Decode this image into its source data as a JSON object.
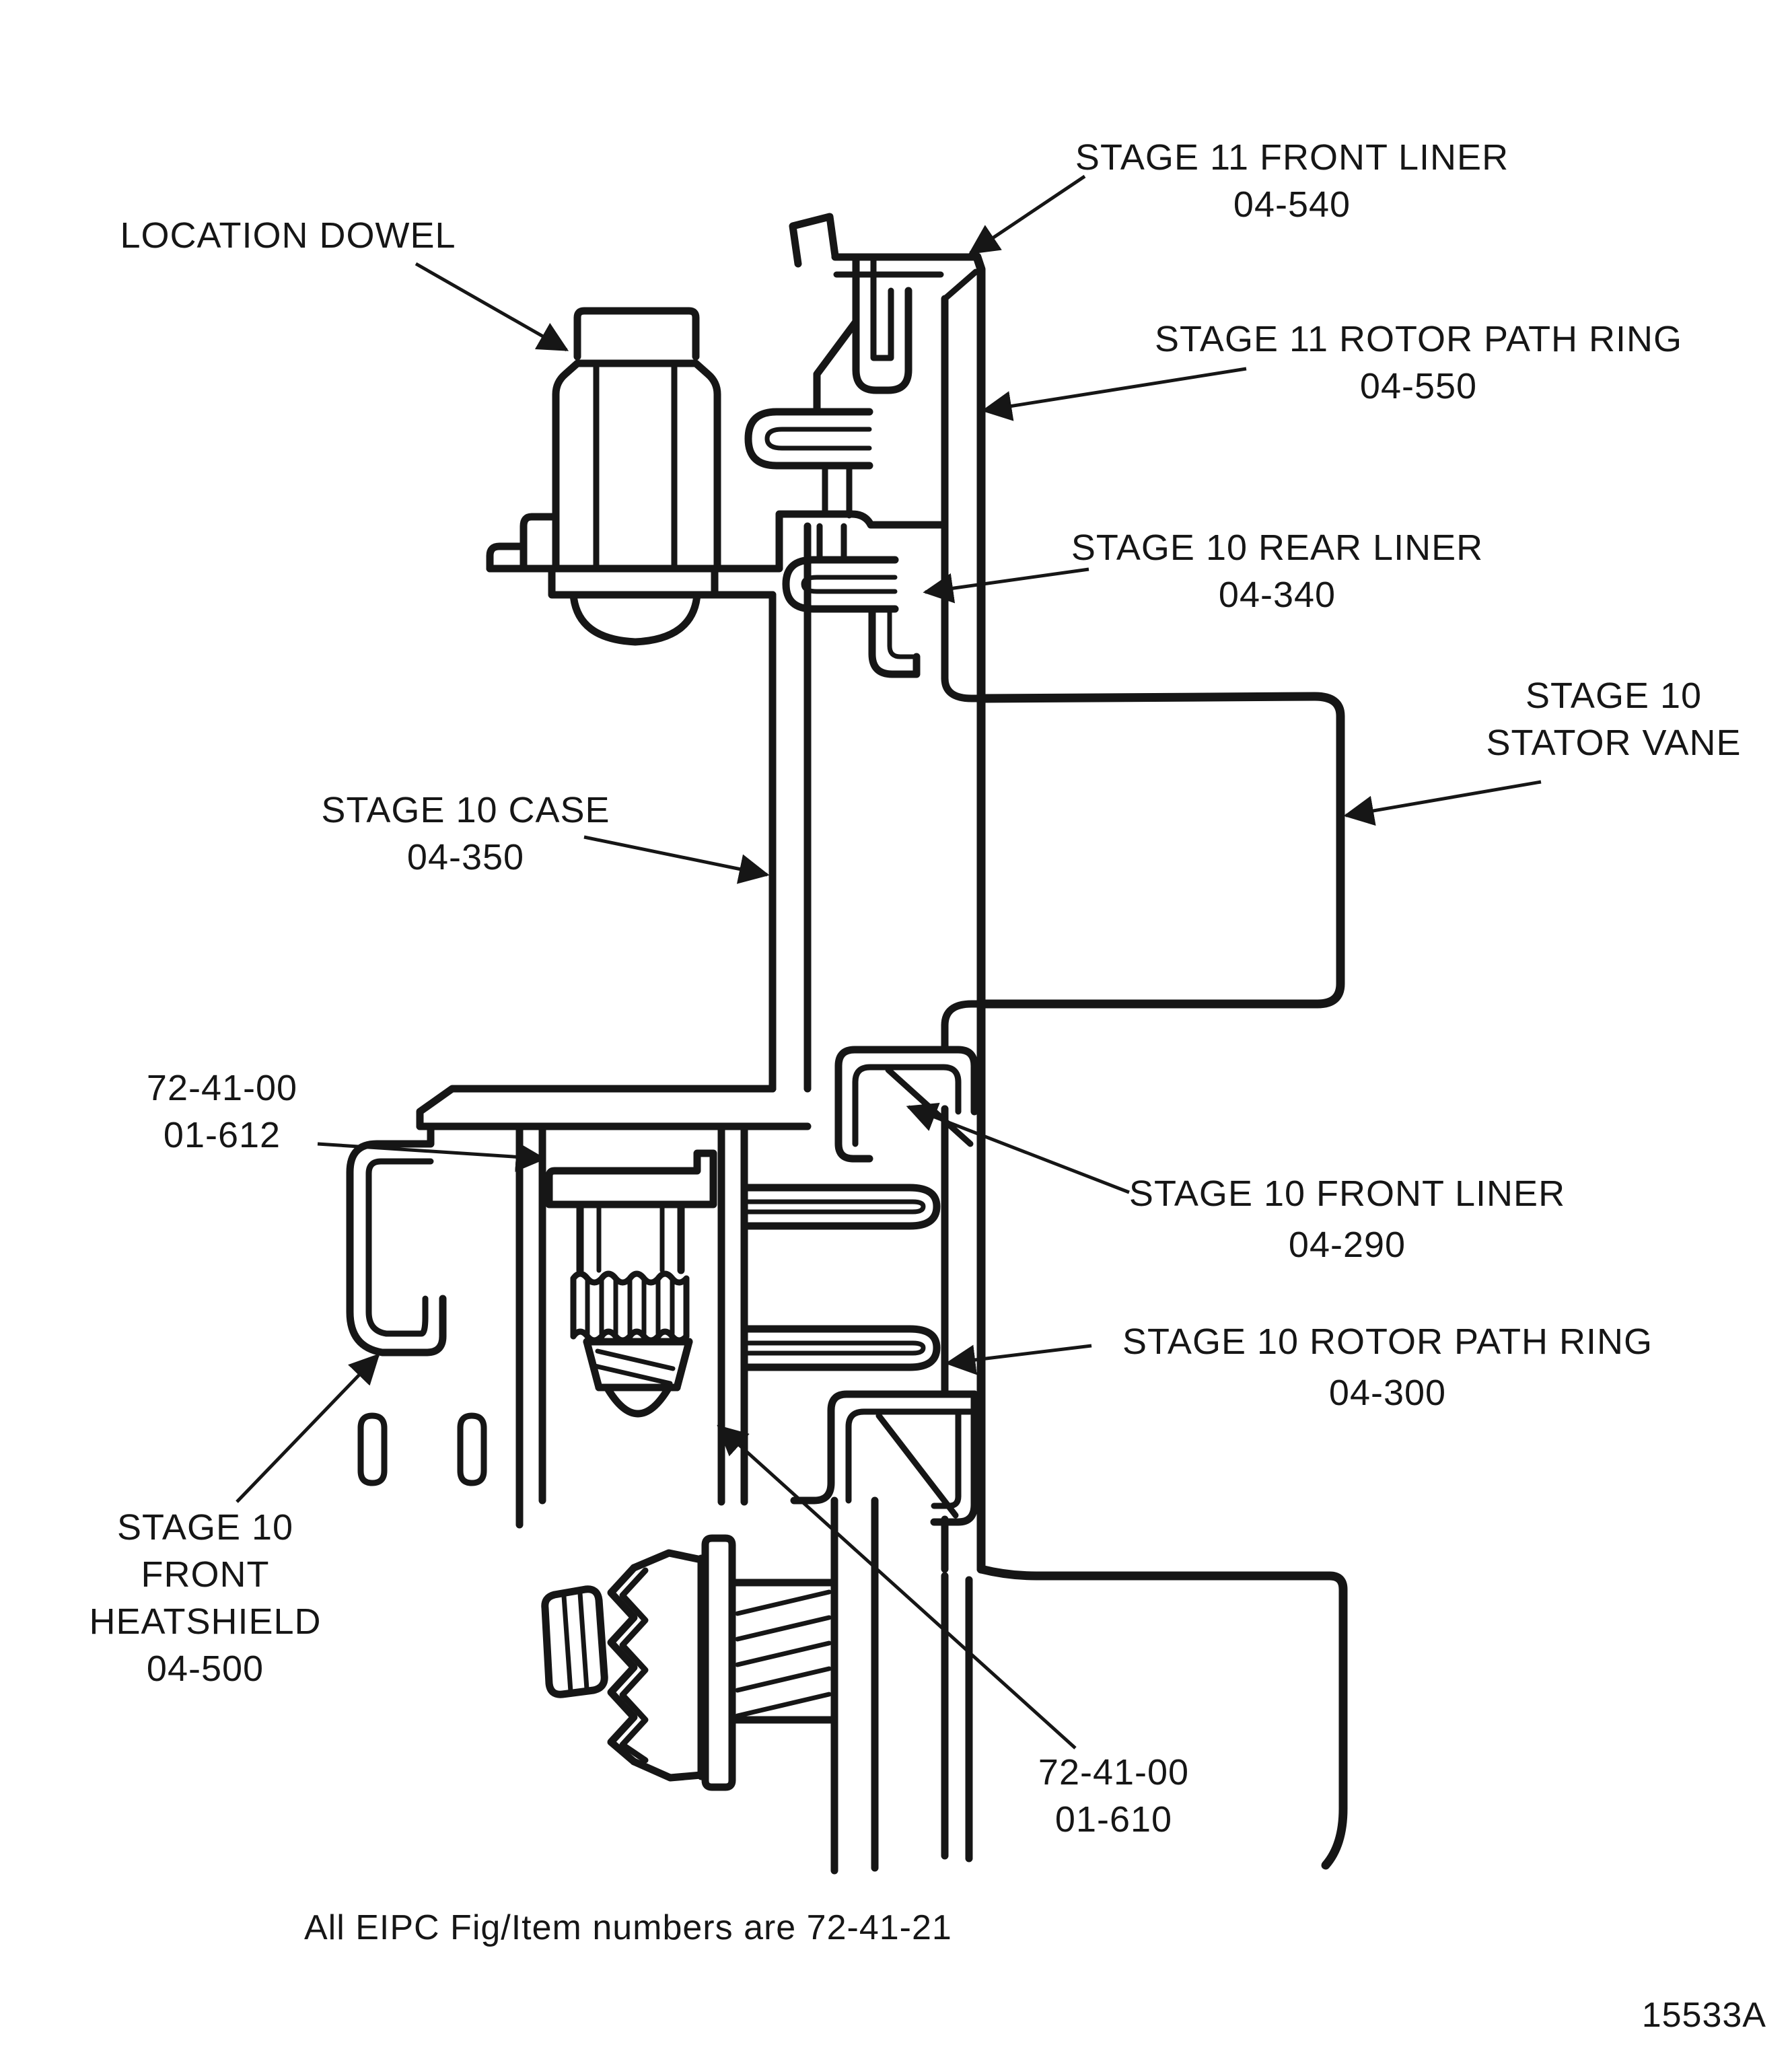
{
  "figure": {
    "type": "engine-manual-cross-section",
    "footnote": "All EIPC Fig/Item numbers are 72-41-21",
    "figure_number": "15533A"
  },
  "colors": {
    "ink": "#161616",
    "background": "#ffffff"
  },
  "labels": {
    "location_dowel": {
      "lines": [
        "LOCATION DOWEL"
      ]
    },
    "stage11_front_liner": {
      "lines": [
        "STAGE 11 FRONT LINER",
        "04-540"
      ]
    },
    "stage11_rotor_path_ring": {
      "lines": [
        "STAGE 11 ROTOR PATH RING",
        "04-550"
      ]
    },
    "stage10_rear_liner": {
      "lines": [
        "STAGE 10 REAR LINER",
        "04-340"
      ]
    },
    "stage10_stator_vane": {
      "lines": [
        "STAGE 10",
        "STATOR VANE"
      ]
    },
    "stage10_case": {
      "lines": [
        "STAGE 10 CASE",
        "04-350"
      ]
    },
    "fig_item_612": {
      "lines": [
        "72-41-00",
        "01-612"
      ]
    },
    "stage10_front_liner": {
      "lines": [
        "STAGE 10 FRONT LINER",
        "04-290"
      ]
    },
    "stage10_rotor_path_ring": {
      "lines": [
        "STAGE 10 ROTOR PATH RING",
        "04-300"
      ]
    },
    "stage10_front_heatshield": {
      "lines": [
        "STAGE 10",
        "FRONT",
        "HEATSHIELD",
        "04-500"
      ]
    },
    "fig_item_610": {
      "lines": [
        "72-41-00",
        "01-610"
      ]
    }
  }
}
